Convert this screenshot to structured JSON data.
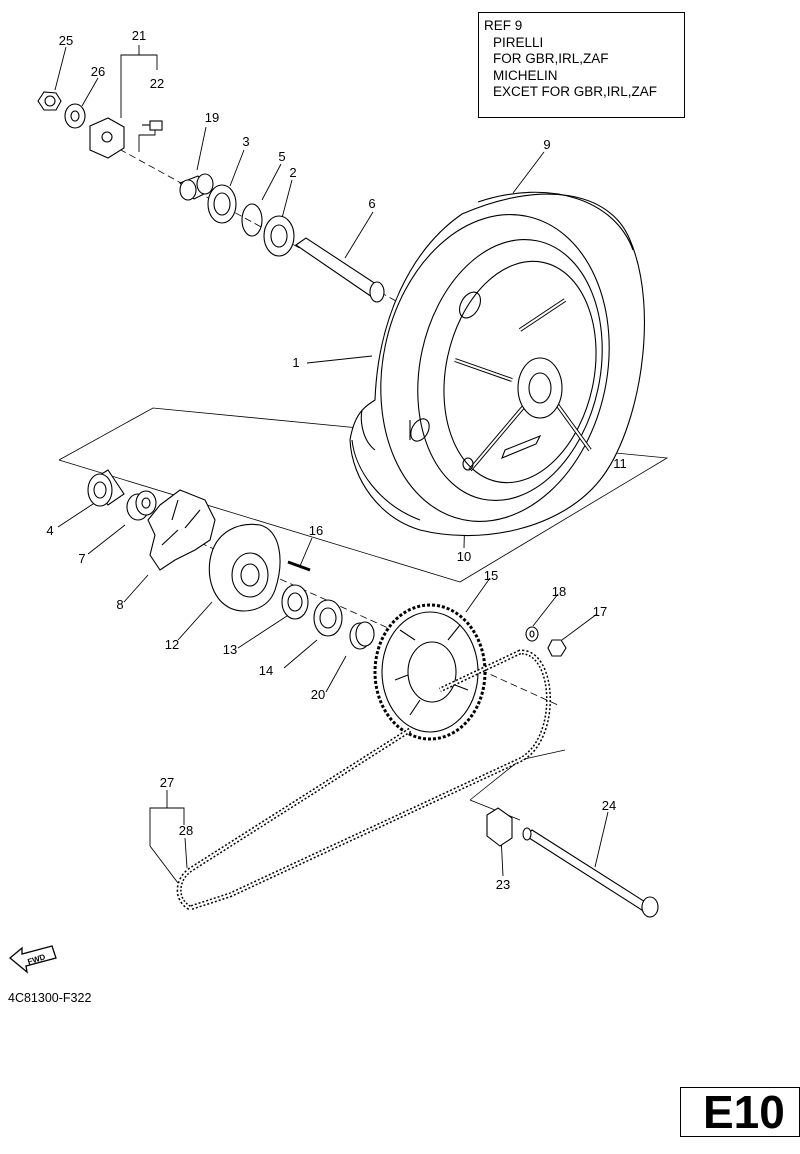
{
  "ref_note": {
    "lines": [
      "REF 9",
      "PIRELLI",
      "FOR GBR,IRL,ZAF",
      "MICHELIN",
      "EXCET FOR GBR,IRL,ZAF"
    ]
  },
  "part_numbers": [
    "1",
    "2",
    "3",
    "4",
    "5",
    "6",
    "7",
    "8",
    "9",
    "10",
    "11",
    "12",
    "13",
    "14",
    "15",
    "16",
    "17",
    "18",
    "19",
    "20",
    "21",
    "22",
    "23",
    "24",
    "25",
    "26",
    "27",
    "28"
  ],
  "fwd_label": "FWD",
  "diagram_code": "4C81300-F322",
  "page_mark": "E10"
}
